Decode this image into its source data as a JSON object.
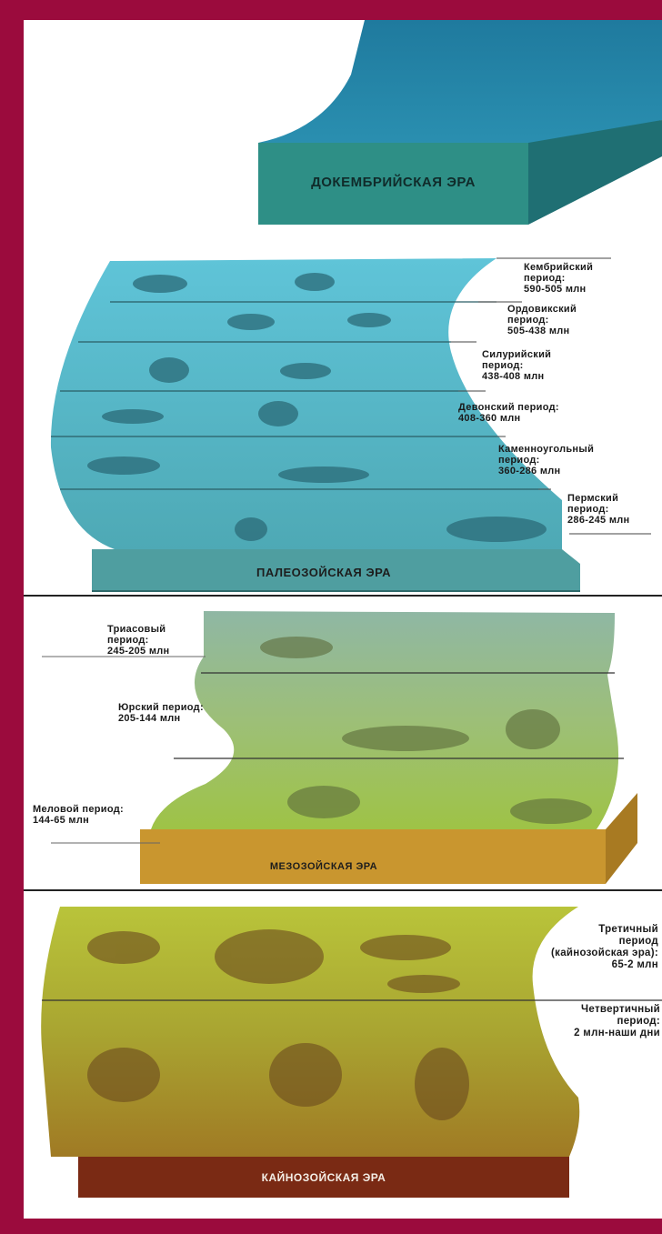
{
  "eras": {
    "precambrian": {
      "name": "ДОКЕМБРИЙСКАЯ ЭРА",
      "color": "#2e8f86"
    },
    "paleozoic": {
      "name": "ПАЛЕОЗОЙСКАЯ ЭРА",
      "color": "#5fa8a8",
      "periods": [
        {
          "label": "Кембрийский\nпериод:\n590-505 млн"
        },
        {
          "label": "Ордовикский\nпериод:\n505-438 млн"
        },
        {
          "label": "Силурийский\nпериод:\n438-408 млн"
        },
        {
          "label": "Девонский период:\n408-360 млн"
        },
        {
          "label": "Каменноугольный\nпериод:\n360-286 млн"
        },
        {
          "label": "Пермский\nпериод:\n286-245 млн"
        }
      ]
    },
    "mesozoic": {
      "name": "МЕЗОЗОЙСКАЯ ЭРА",
      "color": "#c9962f",
      "periods": [
        {
          "label": "Триасовый\nпериод:\n245-205 млн"
        },
        {
          "label": "Юрский период:\n205-144 млн"
        },
        {
          "label": "Меловой период:\n144-65 млн"
        }
      ]
    },
    "cenozoic": {
      "name": "КАЙНОЗОЙСКАЯ ЭРА",
      "color": "#7a2a14",
      "periods": [
        {
          "label": "Третичный\nпериод\n(кайнозойская эра):\n65-2 млн"
        },
        {
          "label": "Четвертичный\nпериод:\n2 млн-наши дни"
        }
      ]
    }
  }
}
